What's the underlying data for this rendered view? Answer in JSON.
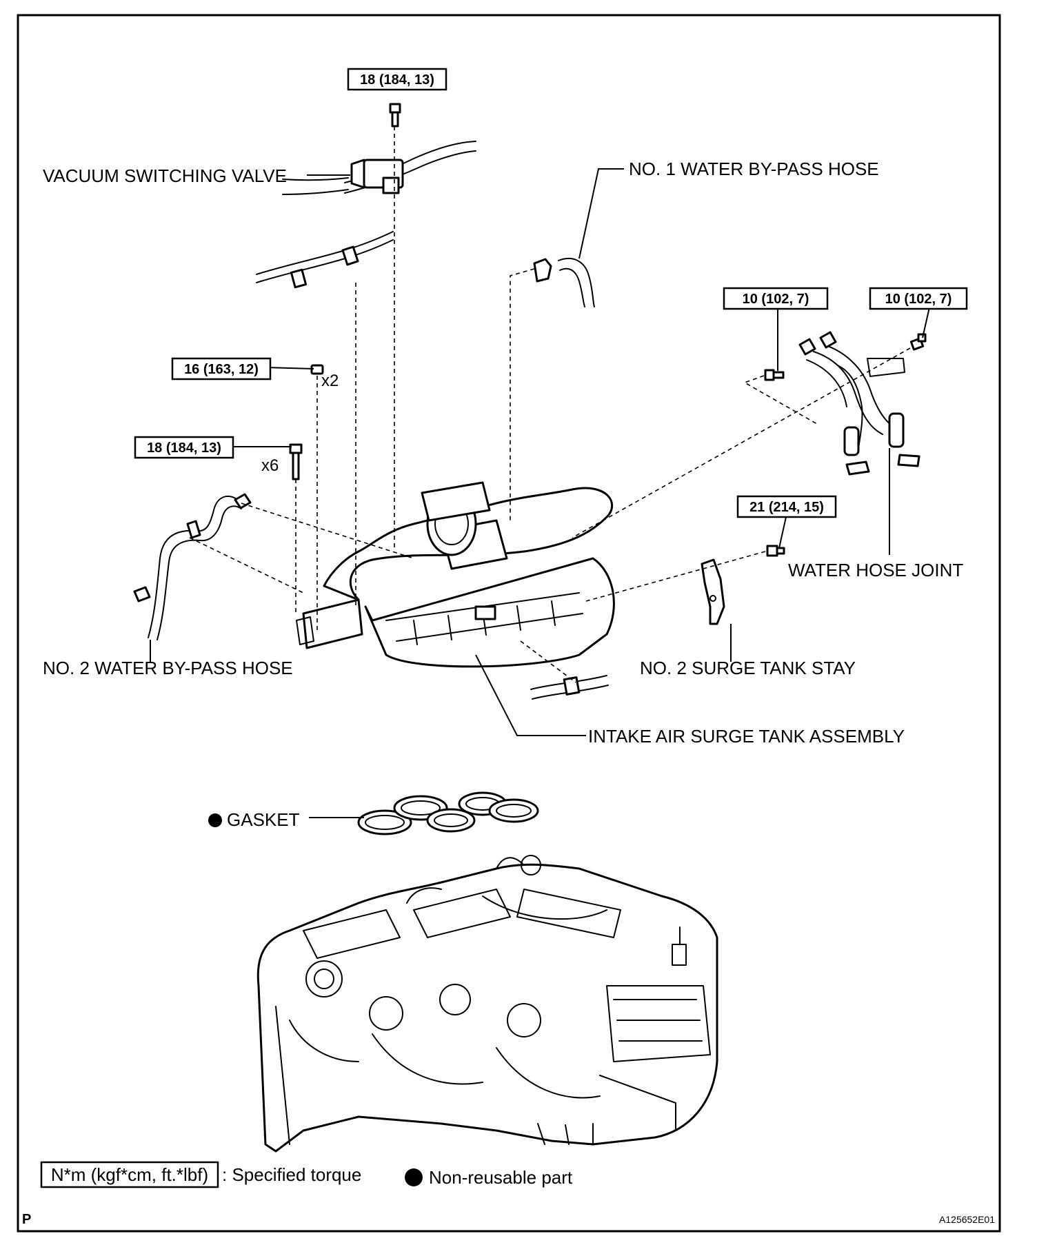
{
  "labels": {
    "vacuum_switching_valve": "VACUUM SWITCHING VALVE",
    "no1_water_bypass_hose": "NO. 1 WATER BY-PASS HOSE",
    "water_hose_joint": "WATER HOSE JOINT",
    "no2_water_bypass_hose": "NO. 2 WATER BY-PASS HOSE",
    "no2_surge_tank_stay": "NO. 2 SURGE TANK STAY",
    "intake_air_surge_tank_assembly": "INTAKE AIR SURGE TANK ASSEMBLY",
    "gasket": "GASKET"
  },
  "torques": {
    "vsv_bolt": "18 (184, 13)",
    "joint_left_bolt": "10 (102, 7)",
    "joint_right_bolt": "10 (102, 7)",
    "nut": "16 (163, 12)",
    "bolt_x6": "18 (184, 13)",
    "stay_bolt": "21 (214, 15)"
  },
  "quantities": {
    "nut_qty": "x2",
    "bolt_qty": "x6"
  },
  "legend": {
    "torque_box": "N*m (kgf*cm, ft.*lbf)",
    "torque_text": ": Specified torque",
    "nonreusable_text": "Non-reusable part"
  },
  "footer": {
    "corner_letter": "P",
    "figure_id": "A125652E01"
  }
}
